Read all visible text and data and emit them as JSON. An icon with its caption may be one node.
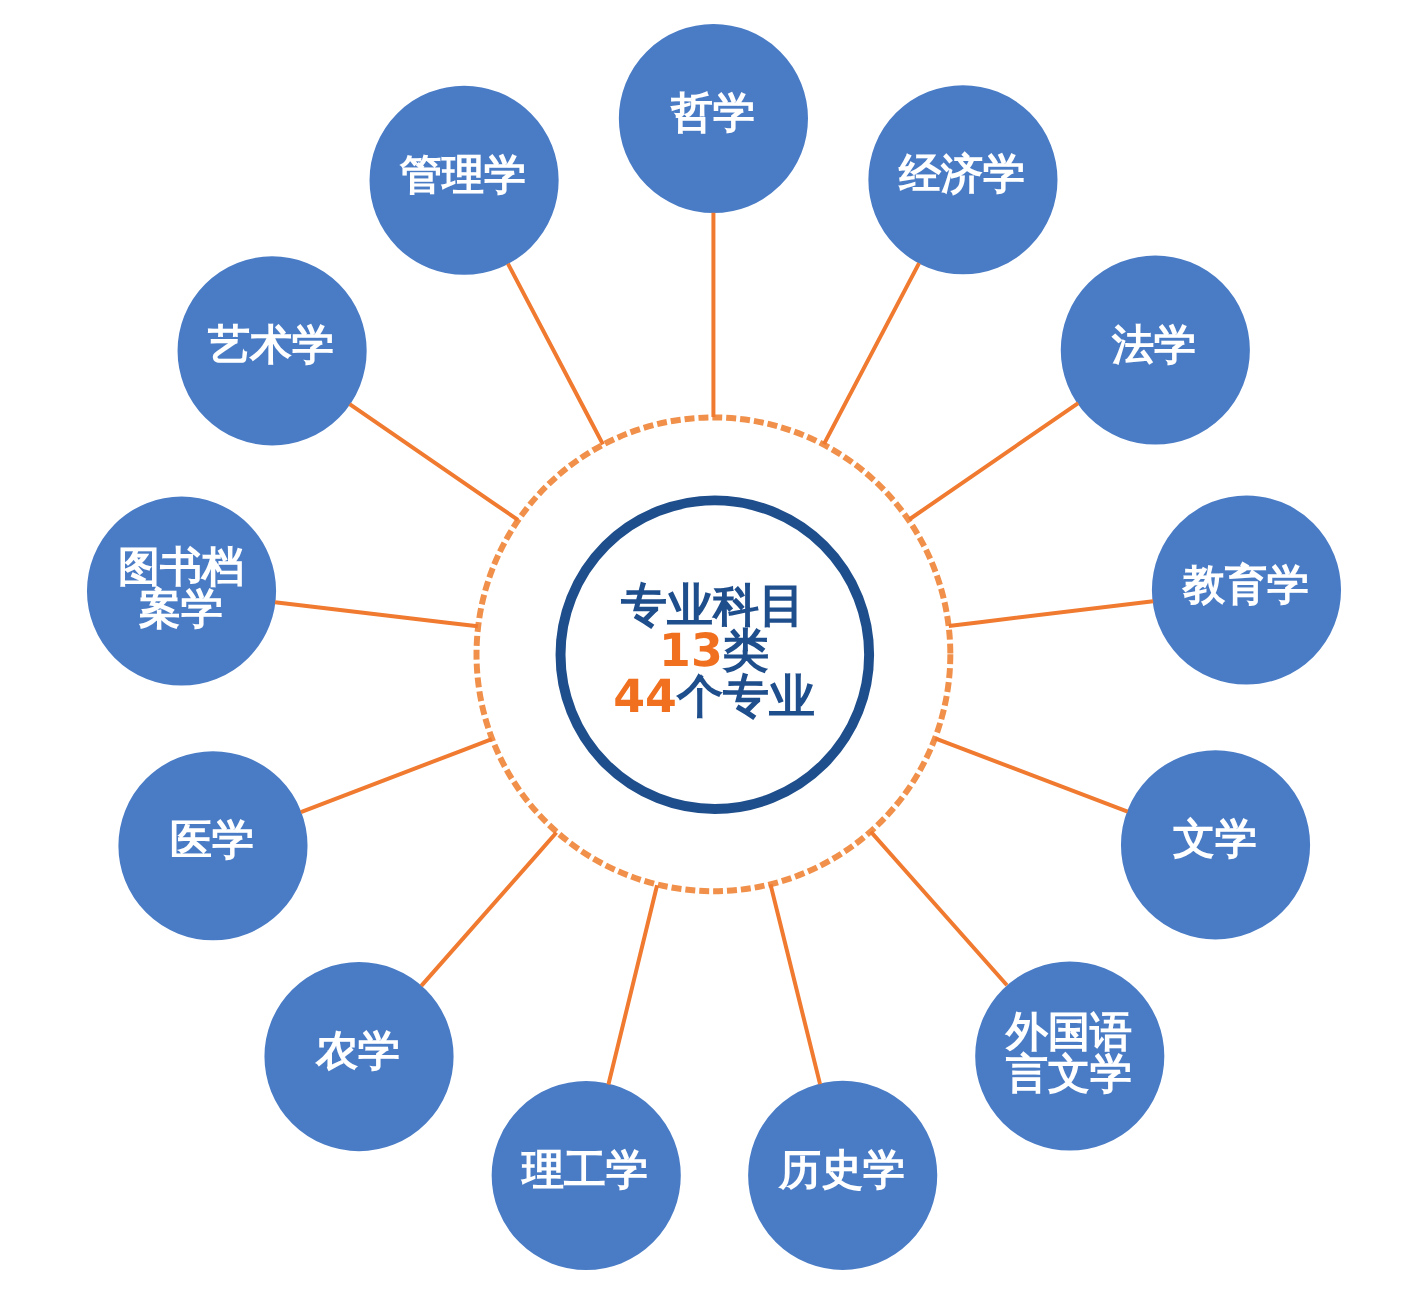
{
  "diagram": {
    "nodes": [
      {
        "text": [],
        "shape": "circle"
      },
      {
        "text": [
          "专业科目",
          "13类",
          "44个专业"
        ],
        "in": 0
      },
      {
        "text": [
          "哲学"
        ]
      },
      {
        "text": [
          "经济学"
        ]
      },
      {
        "text": [
          "法学"
        ]
      },
      {
        "text": [
          "教育学"
        ]
      },
      {
        "text": [
          "文学"
        ]
      },
      {
        "text": [
          "外国语言文学"
        ]
      },
      {
        "text": [
          "历史学"
        ]
      },
      {
        "text": [
          "理工学"
        ]
      },
      {
        "text": [
          "农学"
        ]
      },
      {
        "text": [
          "医学"
        ]
      },
      {
        "text": [
          "图书档案学"
        ]
      },
      {
        "text": [
          "艺术学"
        ]
      },
      {
        "text": [
          "管理学"
        ]
      }
    ],
    "edges": [
      {
        "from": 0,
        "to": 2,
        "arrow": "none"
      },
      {
        "from": 0,
        "to": 3,
        "arrow": "none"
      },
      {
        "from": 0,
        "to": 4,
        "arrow": "none"
      },
      {
        "from": 0,
        "to": 5,
        "arrow": "none"
      },
      {
        "from": 0,
        "to": 6,
        "arrow": "none"
      },
      {
        "from": 0,
        "to": 7,
        "arrow": "none"
      },
      {
        "from": 0,
        "to": 8,
        "arrow": "none"
      },
      {
        "from": 0,
        "to": 9,
        "arrow": "none"
      },
      {
        "from": 0,
        "to": 10,
        "arrow": "none"
      },
      {
        "from": 0,
        "to": 11,
        "arrow": "none"
      },
      {
        "from": 0,
        "to": 12,
        "arrow": "none"
      },
      {
        "from": 0,
        "to": 13,
        "arrow": "none"
      },
      {
        "from": 0,
        "to": 14,
        "arrow": "none"
      }
    ]
  }
}
